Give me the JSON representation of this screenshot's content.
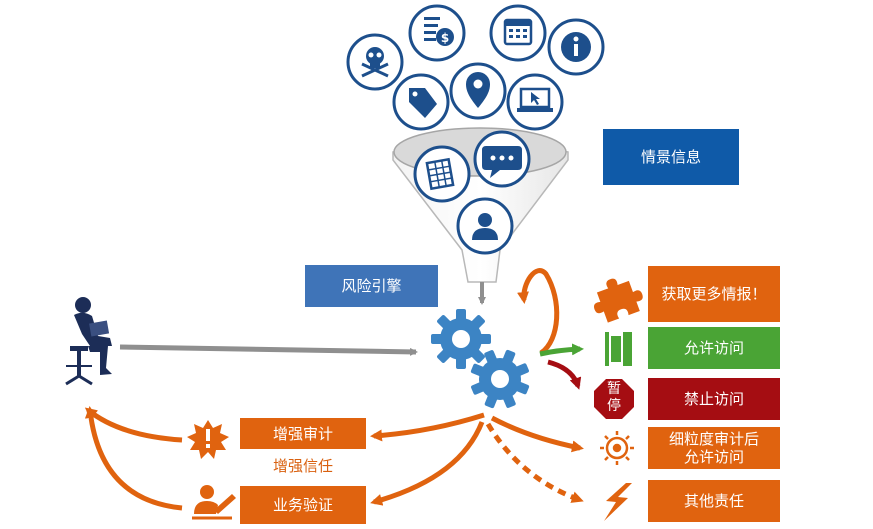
{
  "labels": {
    "context_info": "情景信息",
    "risk_engine": "风险引擎",
    "enhanced_audit": "增强审计",
    "enhanced_trust": "增强信任",
    "business_verify": "业务验证",
    "more_info": "获取更多情报！",
    "allow_access": "允许访问",
    "deny_access": "禁止访问",
    "fine_audit": "细粒度审计后\n允许访问",
    "other_duty": "其他责任",
    "pause_line1": "暂",
    "pause_line2": "停"
  },
  "colors": {
    "icon_blue": "#1d4f8c",
    "engine_blue": "#3c84c4",
    "orange": "#e0630f",
    "green": "#4aa435",
    "red": "#a50d12",
    "gray": "#8f8f8f",
    "navy_person": "#1c2d57"
  },
  "icons": [
    "skull-crossbones-icon",
    "dollar-document-icon",
    "calendar-icon",
    "info-icon",
    "price-tag-icon",
    "location-pin-icon",
    "laptop-cursor-icon",
    "spreadsheet-icon",
    "chat-bubble-icon",
    "user-profile-icon"
  ]
}
